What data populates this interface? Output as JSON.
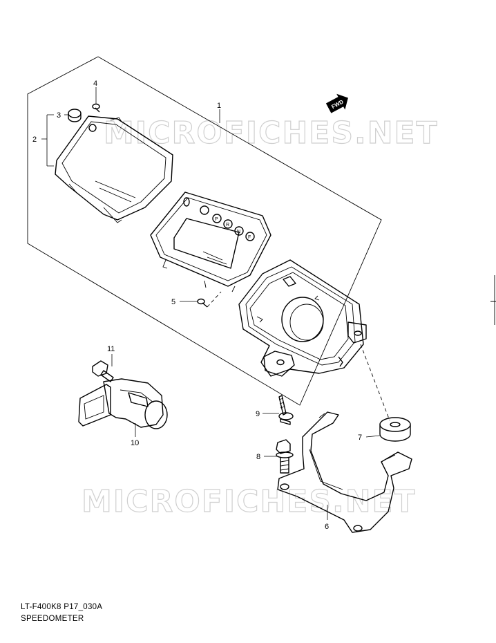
{
  "callouts": {
    "c1": "1",
    "c2": "2",
    "c3": "3",
    "c4": "4",
    "c5": "5",
    "c6": "6",
    "c7": "7",
    "c8": "8",
    "c9": "9",
    "c10": "10",
    "c11": "11"
  },
  "fwd_label": "FWD",
  "watermark": "MICROFICHES.NET",
  "footer": {
    "code": "LT-F400K8 P17_030A",
    "title": "SPEEDOMETER"
  },
  "indicators": [
    "P",
    "R",
    "N",
    "F"
  ]
}
